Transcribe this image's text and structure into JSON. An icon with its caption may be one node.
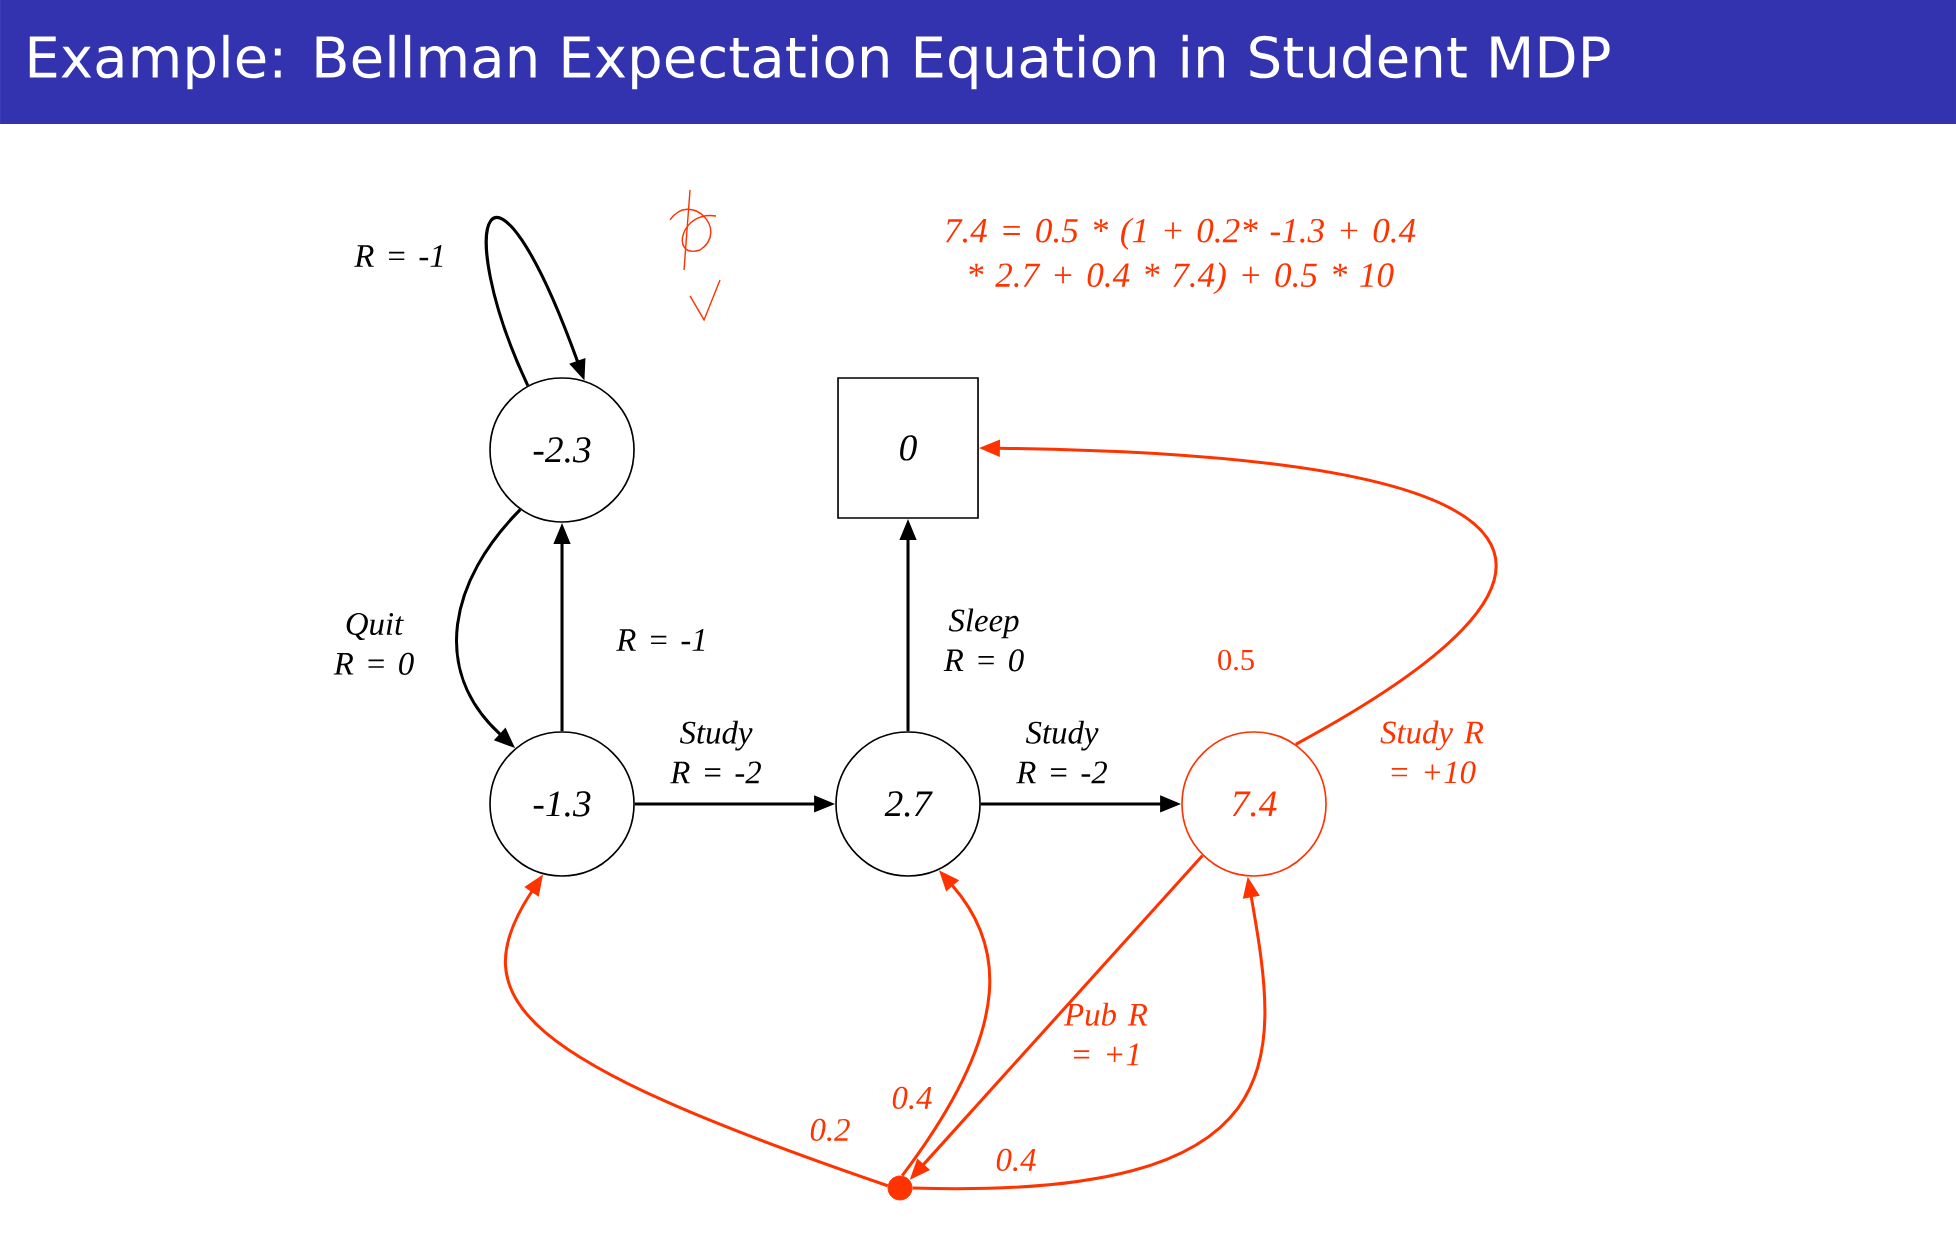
{
  "diagram": {
    "title": "Example: Bellman Expectation Equation in Student MDP",
    "nodes": [
      {
        "text": [
          "-2.3"
        ]
      },
      {
        "text": [
          "0"
        ]
      },
      {
        "text": [
          "-1.3"
        ]
      },
      {
        "text": [
          "2.7"
        ]
      },
      {
        "text": [
          "7.4"
        ]
      },
      {
        "text": [],
        "shape": "circle"
      }
    ],
    "edges": [
      {
        "from": 0,
        "to": 0,
        "arrow": "to",
        "label": "R = -1"
      },
      {
        "from": 0,
        "to": 2,
        "arrow": "to",
        "label": "Quit R = 0"
      },
      {
        "from": 2,
        "to": 0,
        "arrow": "to",
        "label": "R = -1"
      },
      {
        "from": 2,
        "to": 3,
        "arrow": "to",
        "label": "Study R = -2"
      },
      {
        "from": 3,
        "to": 4,
        "arrow": "to",
        "label": "Study R = -2"
      },
      {
        "from": 3,
        "to": 1,
        "arrow": "to",
        "label": "Sleep R = 0"
      },
      {
        "from": 4,
        "to": 1,
        "arrow": "to",
        "label": "Study R = +10",
        "color": "#ff3300"
      },
      {
        "from": 4,
        "to": 5,
        "arrow": "to",
        "label": "Pub R = +1",
        "color": "#ff3300"
      },
      {
        "from": 5,
        "to": 2,
        "arrow": "to",
        "label": "0.2",
        "color": "#ff3300"
      },
      {
        "from": 5,
        "to": 3,
        "arrow": "to",
        "label": "0.4",
        "color": "#ff3300"
      },
      {
        "from": 5,
        "to": 4,
        "arrow": "to",
        "label": "0.4",
        "color": "#ff3300"
      }
    ],
    "labels": [
      "7.4 = 0.5 * (1 + 0.2* -1.3 + 0.4 * 2.7 + 0.4 * 7.4) + 0.5 * 10",
      "0.5"
    ]
  }
}
